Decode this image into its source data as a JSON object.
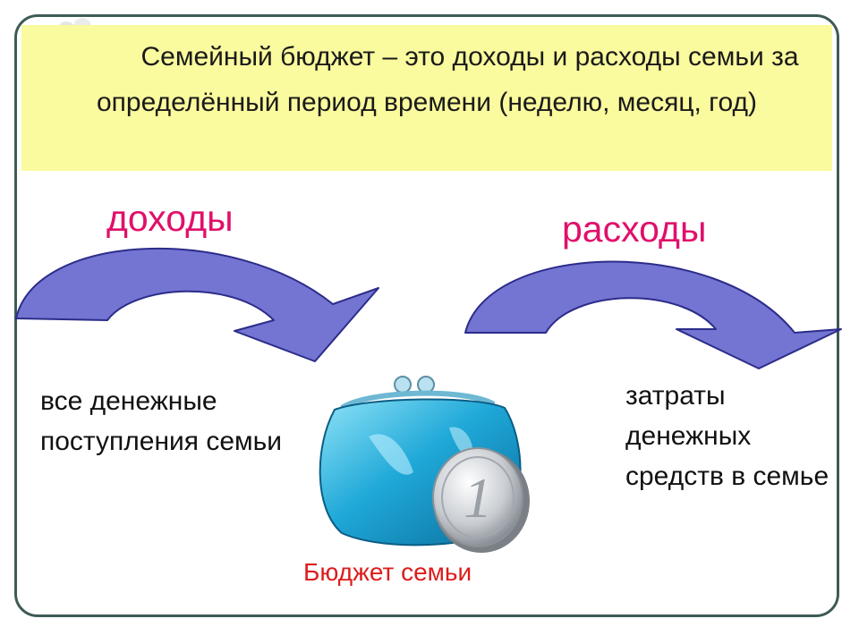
{
  "definition": {
    "text": "Семейный бюджет – это доходы и расходы семьи за определённый период времени (неделю, месяц, год)"
  },
  "income": {
    "label": "доходы",
    "description": "все денежные поступления семьи"
  },
  "expense": {
    "label": "расходы",
    "description": "затраты денежных средств в семье"
  },
  "center": {
    "caption": "Бюджет семьи",
    "coin_digit": "1"
  },
  "colors": {
    "frame": "#3e5b56",
    "definition_bg": "#fafa9e",
    "arrow_fill": "#7474d2",
    "arrow_stroke": "#2c2c8a",
    "label_accent": "#e0106a",
    "caption": "#dd1c1c",
    "purse": "#1fa8d8"
  }
}
